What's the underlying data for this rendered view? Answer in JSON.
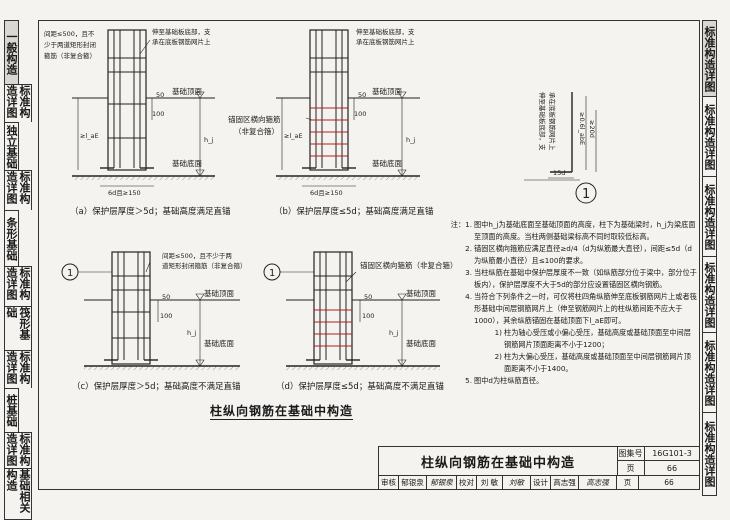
{
  "left_tabs": [
    {
      "label": "一般构造",
      "active": true
    },
    {
      "label": "标准构造详图",
      "active": false
    },
    {
      "label": "独立基础",
      "active": false
    },
    {
      "label": "标准构造详图",
      "active": false
    },
    {
      "label": "条形基础",
      "active": false
    },
    {
      "label": "标准构造详图",
      "active": false
    },
    {
      "label": "筏形基础",
      "active": false
    },
    {
      "label": "标准构造详图",
      "active": false
    },
    {
      "label": "桩基础",
      "active": false
    },
    {
      "label": "标准构造详图",
      "active": false
    },
    {
      "label": "基础相关构造",
      "active": false
    }
  ],
  "right_tabs": [
    {
      "label": "标准构造详图",
      "active": true
    },
    {
      "label": "标准构造详图",
      "active": false
    },
    {
      "label": "标准构造详图",
      "active": false
    },
    {
      "label": "标准构造详图",
      "active": false
    },
    {
      "label": "标准构造详图",
      "active": false
    },
    {
      "label": "标准构造详图",
      "active": false
    }
  ],
  "diagrams": {
    "a": {
      "note": "间距≤500，且不少于两道矩形封闭箍筋（非复合箍）",
      "anchor_note": "伸至基础板底部，支承在底板钢筋网片上",
      "top_label": "基础顶面",
      "bottom_label": "基础底面",
      "dim_50": "50",
      "dim_100": "100",
      "dim_lae": "≥l_aE",
      "dim_h": "h_j",
      "dim_bottom": "6d且≥150",
      "caption": "（a）保护层厚度＞5d；基础高度满足直锚"
    },
    "b": {
      "anchor_note": "伸至基础板底部，支承在底板钢筋网片上",
      "zone_note": "锚固区横向箍筋（非复合箍）",
      "top_label": "基础顶面",
      "bottom_label": "基础底面",
      "dim_50": "50",
      "dim_100": "100",
      "dim_lae": "≥l_aE",
      "dim_h": "h_j",
      "dim_bottom": "6d且≥150",
      "caption": "（b）保护层厚度≤5d；基础高度满足直锚"
    },
    "c": {
      "note": "间距≤500，且不少于两道矩形封闭箍筋（非复合箍）",
      "marker": "1",
      "top_label": "基础顶面",
      "bottom_label": "基础底面",
      "dim_50": "50",
      "dim_100": "100",
      "dim_h": "h_j",
      "caption": "（c）保护层厚度＞5d；基础高度不满足直锚"
    },
    "d": {
      "zone_note": "锚固区横向箍筋（非复合箍）",
      "marker": "1",
      "top_label": "基础顶面",
      "bottom_label": "基础底面",
      "dim_50": "50",
      "dim_100": "100",
      "dim_h": "h_j",
      "caption": "（d）保护层厚度≤5d；基础高度不满足直锚"
    },
    "detail": {
      "note": "伸至基础板底部，支承在底板钢筋网片上",
      "dim1": "≥0.6l_abE",
      "dim2": "≥20d",
      "dim3": "15d",
      "marker": "1"
    }
  },
  "section_title": "柱纵向钢筋在基础中构造",
  "notes": [
    {
      "k": "注：1.",
      "v": "图中h_j为基础底面至基础顶面的高度，柱下为基础梁时，h_j为梁底面至顶面的高度。当柱两侧基础梁标高不同时取较低标高。"
    },
    {
      "k": "2.",
      "v": "锚固区横向箍筋应满足直径≥d/4（d为纵筋最大直径），间距≤5d（d为纵筋最小直径）且≤100的要求。"
    },
    {
      "k": "3.",
      "v": "当柱纵筋在基础中保护层厚度不一致（如纵筋部分位于梁中，部分位于板内），保护层厚度不大于5d的部分应设置锚固区横向钢筋。"
    },
    {
      "k": "4.",
      "v": "当符合下列条件之一时，可仅将柱四角纵筋伸至底板钢筋网片上或者筏形基础中间层钢筋网片上（伸至钢筋网片上的柱纵筋间距不应大于1000），其余纵筋锚固在基础顶面下l_aE即可。"
    },
    {
      "k": "1)",
      "v": "柱为轴心受压或小偏心受压，基础高度或基础顶面至中间层钢筋网片顶面距离不小于1200；",
      "sub": true
    },
    {
      "k": "2)",
      "v": "柱为大偏心受压，基础高度或基础顶面至中间层钢筋网片顶面距离不小于1400。",
      "sub": true
    },
    {
      "k": "5.",
      "v": "图中d为柱纵筋直径。"
    }
  ],
  "title_block": {
    "title": "柱纵向钢筋在基础中构造",
    "atlas_label": "图集号",
    "atlas_no": "16G101-3",
    "page_label": "页",
    "page_no": "66",
    "review_label": "审核",
    "reviewer": "郁银泉",
    "check_label": "校对",
    "checker": "刘 敏",
    "design_label": "设计",
    "designer": "高志强",
    "reviewer_sig": "郁银泉",
    "checker_sig": "刘敏",
    "designer_sig": "高志强"
  }
}
